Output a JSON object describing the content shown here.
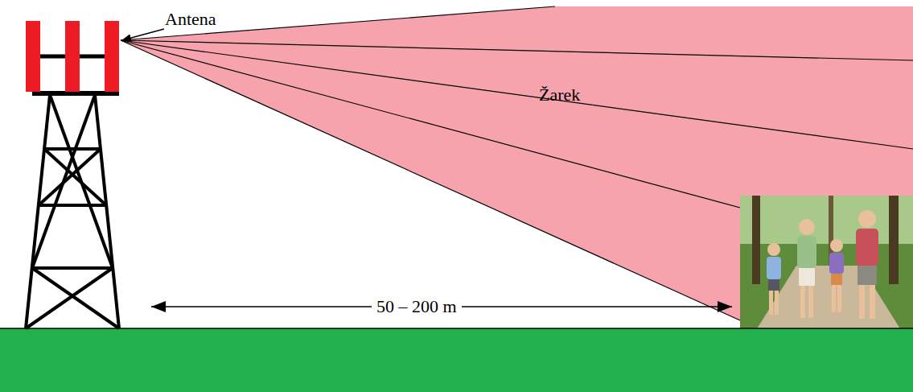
{
  "diagram": {
    "labels": [
      "Antena",
      "Žarek",
      "50 – 200 m"
    ]
  }
}
